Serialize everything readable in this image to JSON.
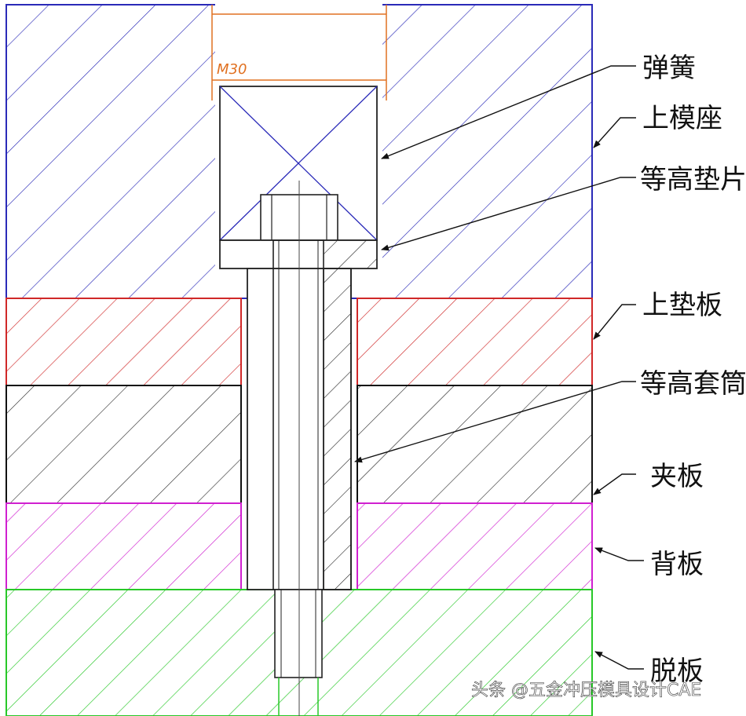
{
  "dimension_text": "M30",
  "labels": {
    "spring": "弹簧",
    "upper_die_seat": "上模座",
    "equal_height_shim": "等高垫片",
    "upper_backing_plate": "上垫板",
    "equal_height_sleeve": "等高套筒",
    "clamp_plate": "夹板",
    "back_plate": "背板",
    "stripper_plate": "脱板"
  },
  "watermark": "头条 @五金冲压模具设计CAE",
  "colors": {
    "upper_die_seat": "#2a2ab8",
    "upper_backing_plate": "#d02828",
    "clamp_plate": "#111111",
    "back_plate": "#d020d0",
    "stripper_plate": "#28c828",
    "spring_outline": "#e07020",
    "parts": "#222222"
  }
}
